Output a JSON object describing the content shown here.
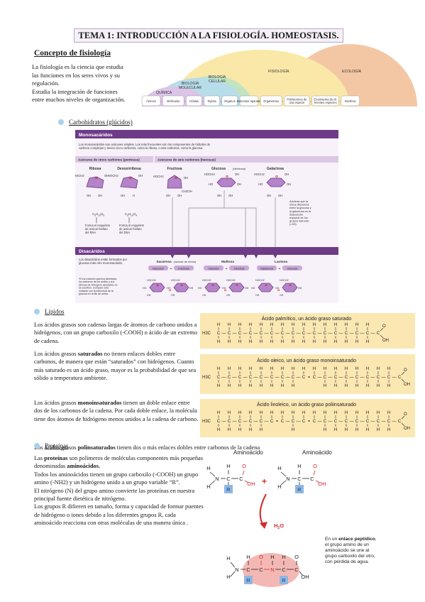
{
  "title": "TEMA 1: INTRODUCCIÓN A LA FISIOLOGÍA. HOMEOSTASIS.",
  "concept": {
    "heading": "Concepto de fisiología",
    "lines": [
      "La fisiología es la ciencia que estudia",
      "las funciones en los seres vivos y su",
      "regulación.",
      "Estudia la integración de funciones",
      "entre muchos niveles de organización."
    ]
  },
  "scale": {
    "domes": [
      "QUÍMICA",
      "BIOLOGÍA MOLECULAR",
      "BIOLOGÍA CELULAR",
      "FISIOLOGÍA",
      "ECOLOGÍA"
    ],
    "levels": [
      "Átomos",
      "Moléculas",
      "Células",
      "Tejidos",
      "Órganos",
      "Sistemas/ aparatos",
      "Organismos",
      "Poblaciones de una especie",
      "Ecosistema de di- ferentes especies",
      "Biosfera"
    ]
  },
  "carbs": {
    "heading": "Carbohidratos (glúcidos)",
    "mono_title": "Monosacáridos",
    "mono_desc": "Los monosacáridos son azúcares simples. Los más frecuentes son los componentes de hidratos de carbono complejos y tienen cinco carbonos, como la ribosa, o seis carbonos, como la glucosa.",
    "pentoses": "Azúcares de cinco carbonos (pentosas)",
    "hexoses": "Azúcares de seis carbonos (hexosas)",
    "sugars": [
      "Ribosa",
      "Desoxirribosa",
      "Fructosa",
      "Glucosa",
      "Galactosa"
    ],
    "glucose_note": "(dextrosa)",
    "formula_r": "C5H10O5",
    "formula_d": "C5H10O4",
    "ribose_note": "Forma el esqueleto de azúcar-fosfato del RNA",
    "deoxy_note": "Forma el esqueleto de azúcar-fosfato del DNA",
    "galactose_note": "Advierta que la única diferencia entre la glucosa y la galactosa es la disposición espacial de los grupos hidroxilo (-OH)",
    "di_title": "Disacáridos",
    "di_desc": "Los disacáridos están formados por glucosa más otro monosacárido.",
    "di_note": "*En la notación química abreviada, los carbonos de los anillos y sus átomos de hidrógeno asociados no se escriben. Compare esta notación con la estructura de la glucosa en la fila de arriba.",
    "disaccharides": [
      {
        "name": "Sacarosa",
        "note": "(azúcar de mesa)",
        "a": "Glucosa*",
        "b": "Fructosa"
      },
      {
        "name": "Maltosa",
        "note": "",
        "a": "Glucosa",
        "b": "Glucosa"
      },
      {
        "name": "Lactosa",
        "note": "",
        "a": "Galactosa",
        "b": "Glucosa"
      }
    ],
    "atom_labels": {
      "hoch2": "HOCH2",
      "oh": "OH",
      "ho": "HO",
      "o": "O",
      "h": "H",
      "ch2oh": "CH2OH"
    }
  },
  "lipids": {
    "heading": "Lípidos",
    "p1": "Los ácidos grasos son cadenas largas de átomos de carbono unidos a hidrógenos, con un grupo carboxilo (-COOH) o ácido de un extremo de cadena.",
    "p2a": "Los ácidos grasos ",
    "p2b": "saturados",
    "p2c": " no tienen enlaces dobles entre carbonos, de manera que están “saturados” con hidrógenos. Cuanto más saturado es un ácido graso, mayor es la probabilidad de que sea sólido a temperatura ambiente.",
    "p3a": "Los ácidos grasos ",
    "p3b": "monoinsaturados",
    "p3c": " tienen un doble enlace entre dos de los carbonos de la cadena. Por cada doble enlace, la molécula tiene dos átomos de hidrógeno menos unidos a la cadena de carbono.",
    "p4a": "Los ácidos grasos ",
    "p4b": "polinsaturados",
    "p4c": " tienen dos o más enlaces dobles entre carbonos de la cadena",
    "fa_titles": [
      "Ácido palmítico, un ácido graso saturado",
      "Ácido oleico, un ácido graso monoinsaturado",
      "Ácido linoleico, un ácido graso poliinsaturado"
    ],
    "h3c": "H3C",
    "oh": "OH"
  },
  "proteins": {
    "heading": "Proteínas",
    "l1a": "Las ",
    "l1b": "proteínas",
    "l1c": " son polímeros de moléculas componentes más pequeñas denominadas ",
    "l1d": "aminoácidos.",
    "l2": "Todos los aminoácidos tienen un grupo carboxilo (-COOH) un grupo amino (-NH2) y un hidrógeno unido a un grupo variable “R”.",
    "l3": "El nitrógeno (N) del grupo amino convierte las proteínas en nuestra principal fuente dietética de nitrógeno.",
    "l4": "Los grupos R difieren en tamaño, forma y capacidad de formar puentes de hidrógeno o iones debido a los diferentes grupos R, cada aminoácido reacciona con otras moléculas de una manera única .",
    "aa_label": "Aminoácido",
    "water": "H2O",
    "plus": "+",
    "pep_a": "En un ",
    "pep_b": "enlace peptídico",
    "pep_c": ", el grupo amino de un aminoácido se une al grupo carboxilo del otro, con pérdida de agua."
  },
  "colors": {
    "purple": "#6e3b87",
    "lavender": "#e8dcef",
    "fa_bg": "#fbe7b2",
    "dot": "#a8d1ec",
    "red": "#d42b2b",
    "rbox": "#8fb7e0"
  }
}
